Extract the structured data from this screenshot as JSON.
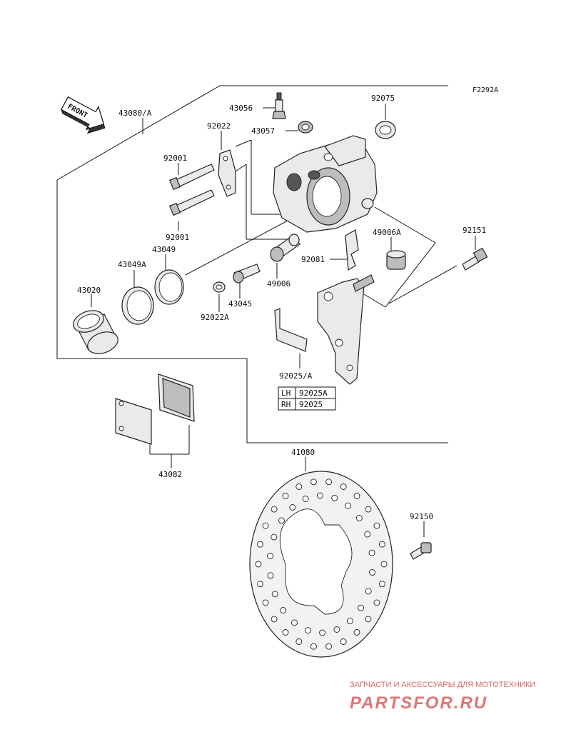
{
  "figure_code": "F2292A",
  "front_label": "FRONT",
  "part_labels": {
    "p43080A": "43080/A",
    "p43056": "43056",
    "p92075": "92075",
    "p92022": "92022",
    "p43057": "43057",
    "p92001a": "92001",
    "p92001b": "92001",
    "p43049": "43049",
    "p43049A": "43049A",
    "p43020": "43020",
    "p49006A": "49006A",
    "p92151": "92151",
    "p92081": "92081",
    "p49006": "49006",
    "p43045": "43045",
    "p92022A": "92022A",
    "p92025A": "92025/A",
    "p43082": "43082",
    "p41080": "41080",
    "p92150": "92150"
  },
  "side_table": {
    "rows": [
      {
        "side": "LH",
        "part": "92025A"
      },
      {
        "side": "RH",
        "part": "92025"
      }
    ]
  },
  "watermark": {
    "line1": "ЗАПЧАСТИ И АКСЕССУАРЫ ДЛЯ МОТОТЕХНИКИ",
    "line2": "PARTSFOR.RU"
  }
}
